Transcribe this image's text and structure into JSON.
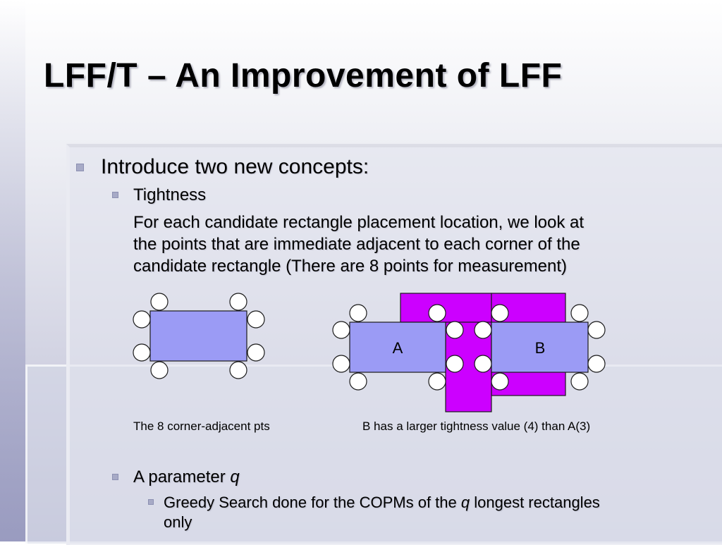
{
  "slide": {
    "title": "LFF/T – An Improvement of LFF",
    "bullet_1": "Introduce two new concepts:",
    "sub_1": "Tightness",
    "paragraph": [
      "For each candidate rectangle placement location, we look at",
      "the points that are immediate adjacent to each corner of the",
      "candidate rectangle (There are 8 points for measurement)"
    ],
    "caption_left": "The 8 corner-adjacent pts",
    "caption_right": "B has a larger tightness value (4) than A(3)",
    "sub_2_prefix": "A parameter ",
    "sub_2_var": "q",
    "sub_sub_prefix": "Greedy Search done for the COPMs of the ",
    "sub_sub_var": "q",
    "sub_sub_suffix": " longest rectangles",
    "sub_sub_line2": "only"
  },
  "diagram": {
    "label_a": "A",
    "label_b": "B",
    "colors": {
      "candidate_fill": "#9b9bf5",
      "placed_fill": "#cc00ff",
      "point_fill": "#ffffff"
    }
  }
}
